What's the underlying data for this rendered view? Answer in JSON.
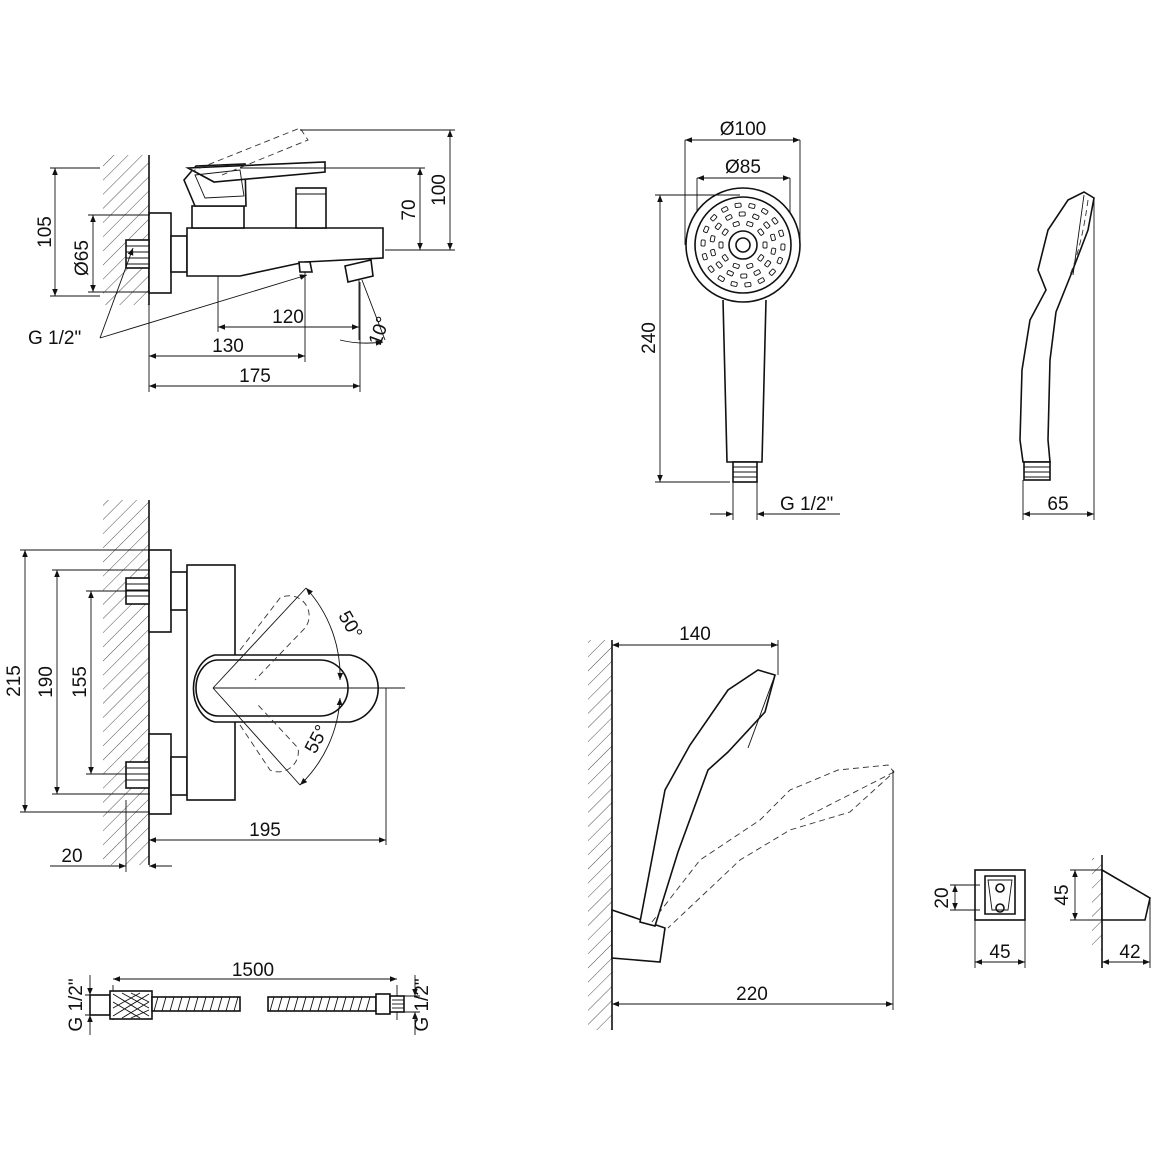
{
  "mixer_side": {
    "d105": "105",
    "d65": "Ø65",
    "d70": "70",
    "d100": "100",
    "d120": "120",
    "d130": "130",
    "d175": "175",
    "angle10": "10°",
    "thread": "G 1/2\""
  },
  "mixer_front": {
    "d215": "215",
    "d190": "190",
    "d155": "155",
    "d195": "195",
    "d20": "20",
    "angle50": "50°",
    "angle55": "55°"
  },
  "hose": {
    "length": "1500",
    "thread_left": "G 1/2\"",
    "thread_right": "G 1/2\""
  },
  "shower_head": {
    "d100": "Ø100",
    "d85": "Ø85",
    "d240": "240",
    "thread": "G 1/2\"",
    "d65": "65"
  },
  "holder_install": {
    "d140": "140",
    "d220": "220"
  },
  "holder": {
    "d20": "20",
    "d45a": "45",
    "d45b": "45",
    "d42": "42"
  }
}
